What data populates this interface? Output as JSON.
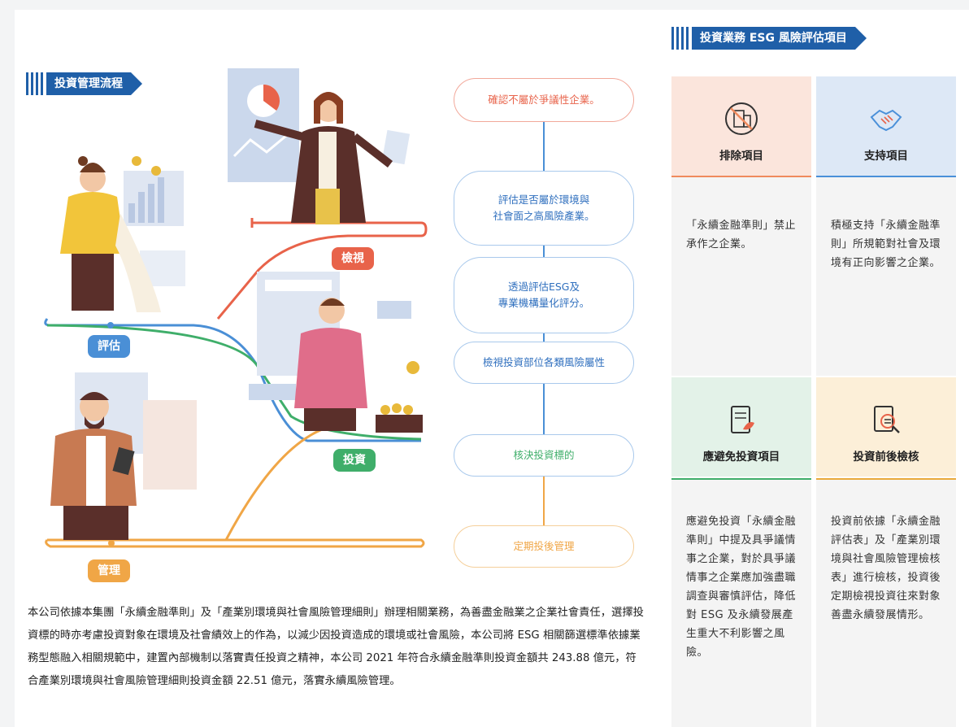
{
  "left_section": {
    "title": "投資管理流程"
  },
  "right_section": {
    "title": "投資業務 ESG 風險評估項目"
  },
  "flow_steps": [
    "確認不屬於爭議性企業。",
    "評估是否屬於環境與\n社會面之高風險產業。",
    "透過評估ESG及\n專業機構量化評分。",
    "檢視投資部位各類風險屬性",
    "核決投資標的",
    "定期投後管理"
  ],
  "tags": {
    "review": "檢視",
    "evaluate": "評估",
    "invest": "投資",
    "manage": "管理"
  },
  "paragraph": "本公司依據本集團「永續金融準則」及「產業別環境與社會風險管理細則」辦理相關業務，為善盡金融業之企業社會責任，選擇投資標的時亦考慮投資對象在環境及社會績效上的作為，以減少因投資造成的環境或社會風險，本公司將 ESG 相關篩選標準依據業務型態融入相關規範中，建置內部機制以落實責任投資之精神，本公司 2021 年符合永續金融準則投資金額共 243.88 億元，符合產業別環境與社會風險管理細則投資金額 22.51 億元，落實永續風險管理。",
  "cards": [
    {
      "title": "排除項目",
      "body": "「永續金融準則」禁止承作之企業。",
      "icon": "building-ban-icon",
      "color": "#f08a5d"
    },
    {
      "title": "支持項目",
      "body": "積極支持「永續金融準則」所規範對社會及環境有正向影響之企業。",
      "icon": "handshake-icon",
      "color": "#4a90d9"
    },
    {
      "title": "應避免投資項目",
      "body": "應避免投資「永續金融準則」中提及具爭議情事之企業，對於具爭議情事之企業應加強盡職調查與審慎評估，降低對 ESG 及永續發展產生重大不利影響之風險。",
      "icon": "document-leaf-icon",
      "color": "#3fae6a"
    },
    {
      "title": "投資前後檢核",
      "body": "投資前依據「永續金融評估表」及「產業別環境與社會風險管理檢核表」進行檢核，投資後定期檢視投資往來對象善盡永續發展情形。",
      "icon": "document-search-icon",
      "color": "#e9a93a"
    }
  ],
  "colors": {
    "blue": "#1f5fa8",
    "red": "#e8634a",
    "light_blue": "#4a8fd6",
    "green": "#3fae6a",
    "orange": "#f0a646"
  }
}
